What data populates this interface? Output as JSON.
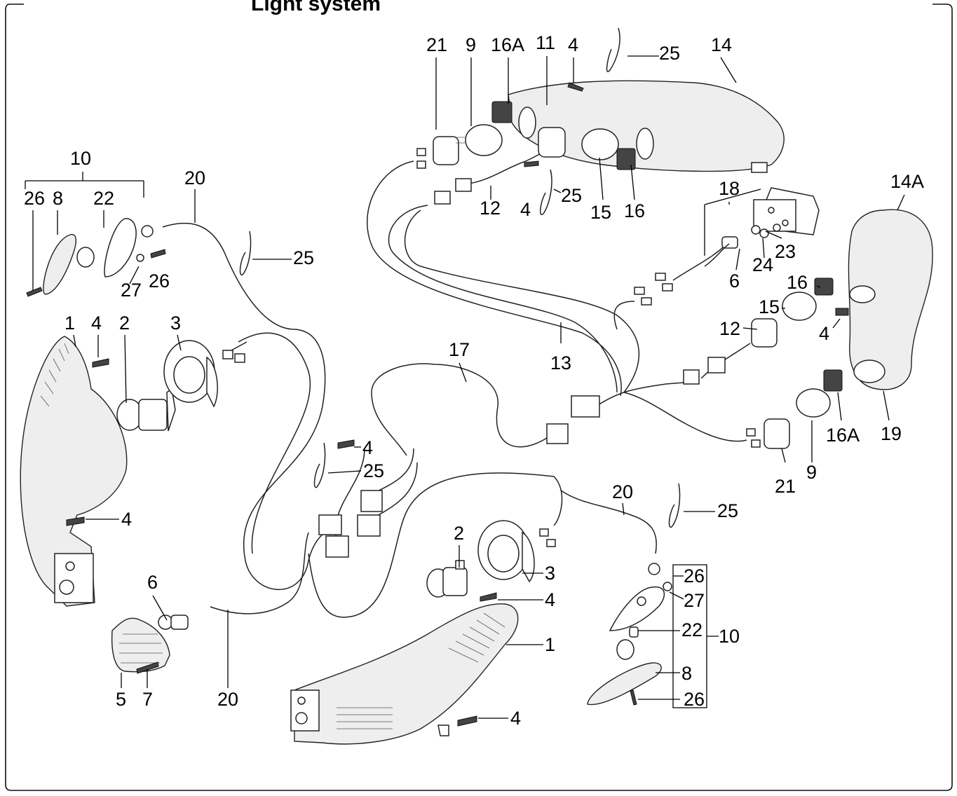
{
  "title": "Light system",
  "labels": {
    "l21a": "21",
    "l9a": "9",
    "l16Aa": "16A",
    "l11": "11",
    "l4a": "4",
    "l25a": "25",
    "l14": "14",
    "l10a": "10",
    "l26a": "26",
    "l8a": "8",
    "l22a": "22",
    "l20a": "20",
    "l25b": "25",
    "l27a": "27",
    "l26b": "26",
    "l12a": "12",
    "l4b": "4",
    "l25c": "25",
    "l15a": "15",
    "l16a": "16",
    "l18": "18",
    "l14A": "14A",
    "l23": "23",
    "l24": "24",
    "l6a": "6",
    "l16b": "16",
    "l15b": "15",
    "l12b": "12",
    "l4c": "4",
    "l1a": "1",
    "l4d": "4",
    "l2a": "2",
    "l3a": "3",
    "l17": "17",
    "l13": "13",
    "l16Ab": "16A",
    "l19": "19",
    "l21b": "21",
    "l9b": "9",
    "l4e": "4",
    "l25d": "25",
    "l4f": "4",
    "l20b": "20",
    "l25e": "25",
    "l2b": "2",
    "l3b": "3",
    "l4g": "4",
    "l26c": "26",
    "l27b": "27",
    "l22b": "22",
    "l10b": "10",
    "l8b": "8",
    "l26d": "26",
    "l6b": "6",
    "l1b": "1",
    "l5": "5",
    "l7": "7",
    "l20c": "20",
    "l4h": "4"
  }
}
